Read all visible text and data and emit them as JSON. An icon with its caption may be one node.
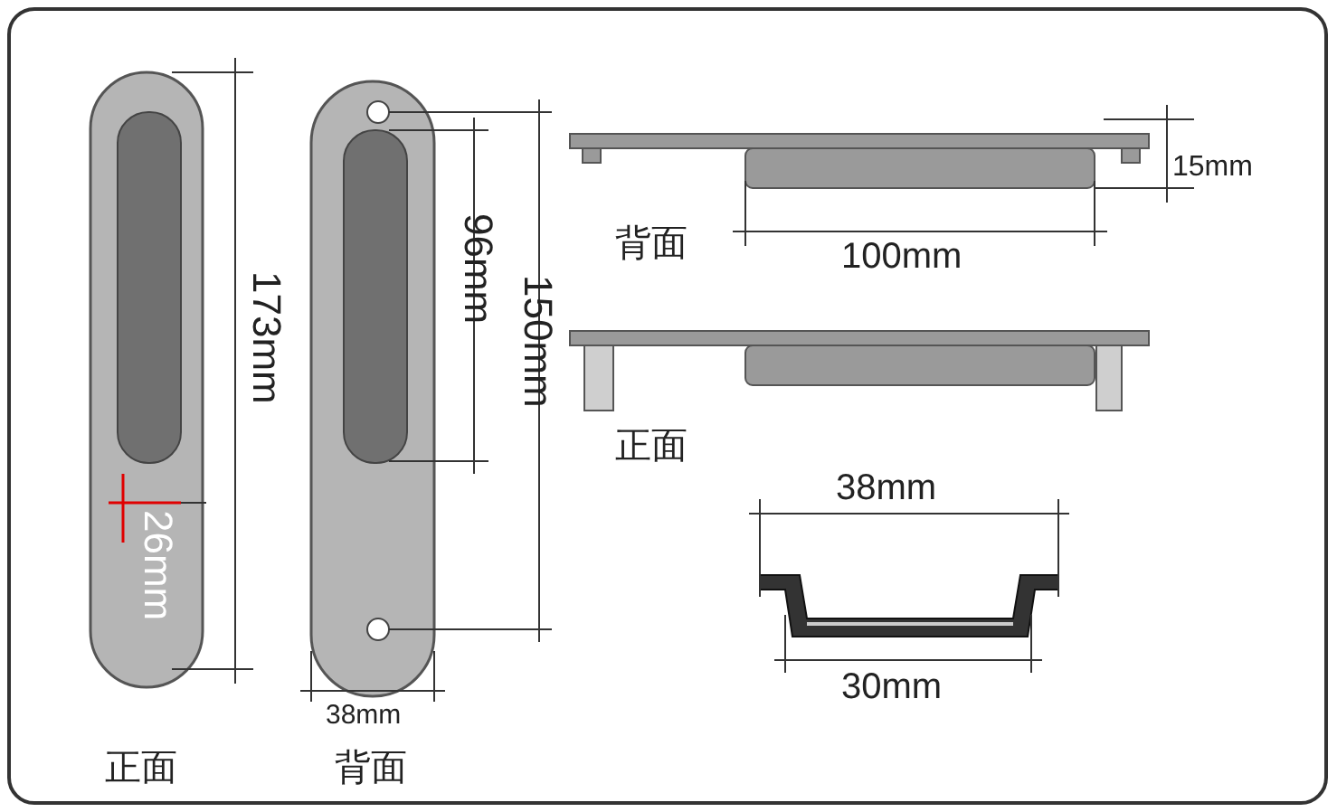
{
  "diagram": {
    "labels": [
      "173mm",
      "26mm",
      "96mm",
      "150mm",
      "38mm",
      "正面",
      "背面",
      "15mm",
      "背面",
      "100mm",
      "正面",
      "38mm",
      "30mm"
    ]
  }
}
